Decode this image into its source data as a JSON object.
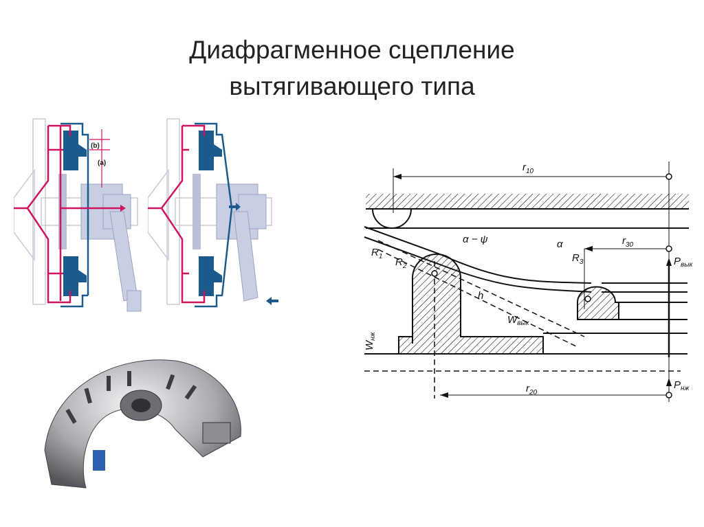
{
  "slide": {
    "title_line1": "Диафрагменное сцепление",
    "title_line2": "вытягивающего типа"
  },
  "schematic": {
    "label_b": "(b)",
    "label_a": "(a)",
    "colors": {
      "force_path": "#d0135f",
      "spring": "#1b5a8c",
      "housing": "#b8c0d8"
    }
  },
  "drawing": {
    "r10": {
      "main": "r",
      "sub": "10"
    },
    "r20": {
      "main": "r",
      "sub": "20"
    },
    "r30": {
      "main": "r",
      "sub": "30"
    },
    "R1": {
      "main": "R",
      "sub": "1"
    },
    "R2": {
      "main": "R",
      "sub": "2"
    },
    "R3": {
      "main": "R",
      "sub": "3"
    },
    "alpha_psi": "α − ψ",
    "alpha": "α",
    "h": "h",
    "w_vyk": {
      "main": "W",
      "sub": "вык"
    },
    "w_nzh": {
      "main": "W",
      "sub": "нж"
    },
    "p_vyk": {
      "main": "P",
      "sub": "вык"
    },
    "p_nzh": {
      "main": "P",
      "sub": "нж"
    }
  }
}
